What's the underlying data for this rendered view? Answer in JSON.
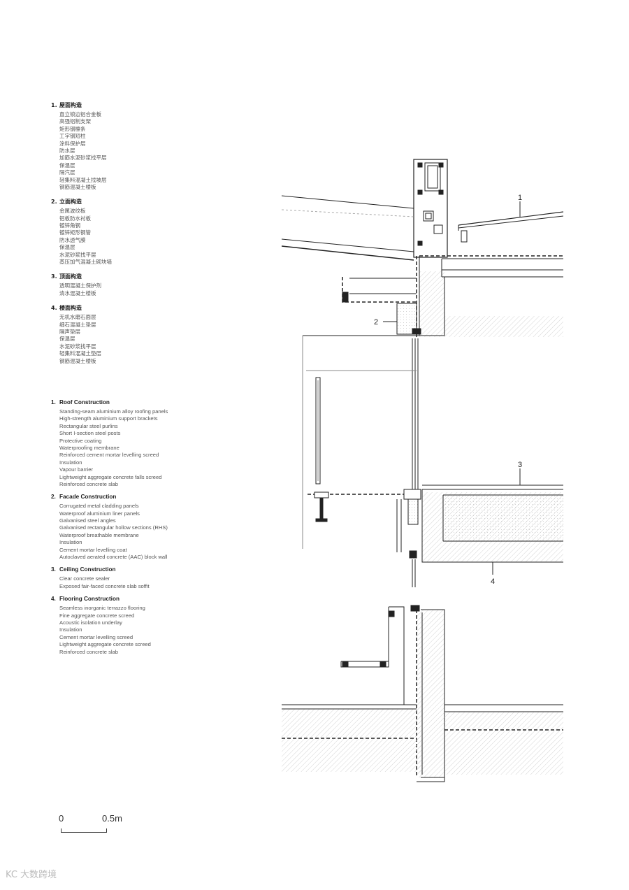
{
  "legend_cn": [
    {
      "num": "1.",
      "title": "屋面构造",
      "items": [
        "直立锁边铝合金板",
        "高强铝制支架",
        "矩形钢檩条",
        "工字钢短柱",
        "涂料保护层",
        "防水层",
        "加筋水泥砂浆找平层",
        "保温层",
        "隔汽层",
        "轻集料混凝土找坡层",
        "钢筋混凝土楼板"
      ]
    },
    {
      "num": "2.",
      "title": "立面构造",
      "items": [
        "金属波纹板",
        "铝板防水衬板",
        "镀锌角钢",
        "镀锌矩形钢管",
        "防水透气膜",
        "保温层",
        "水泥砂浆找平层",
        "蒸压加气混凝土砌块墙"
      ]
    },
    {
      "num": "3.",
      "title": "顶面构造",
      "items": [
        "透明混凝土保护剂",
        "清水混凝土楼板"
      ]
    },
    {
      "num": "4.",
      "title": "楼面构造",
      "items": [
        "无机水磨石面层",
        "细石混凝土垫层",
        "隔声垫层",
        "保温层",
        "水泥砂浆找平层",
        "轻集料混凝土垫层",
        "钢筋混凝土楼板"
      ]
    }
  ],
  "legend_en": [
    {
      "num": "1.",
      "title": "Roof Construction",
      "items": [
        "Standing-seam aluminium alloy roofing panels",
        "High-strength aluminium support brackets",
        "Rectangular steel purlins",
        "Short I-section steel posts",
        "Protective coating",
        "Waterproofing membrane",
        "Reinforced cement mortar levelling screed",
        "Insulation",
        "Vapour barrier",
        "Lightweight aggregate concrete falls screed",
        "Reinforced concrete slab"
      ]
    },
    {
      "num": "2.",
      "title": "Facade Construction",
      "items": [
        "Corrugated metal cladding panels",
        "Waterproof aluminium liner panels",
        "Galvanised steel angles",
        "Galvanised rectangular hollow sections (RHS)",
        "Waterproof breathable membrane",
        "Insulation",
        "Cement mortar levelling coat",
        "Autoclaved aerated concrete (AAC) block wall"
      ]
    },
    {
      "num": "3.",
      "title": "Ceiling Construction",
      "items": [
        "Clear concrete sealer",
        "Exposed fair-faced concrete slab soffit"
      ]
    },
    {
      "num": "4.",
      "title": "Flooring Construction",
      "items": [
        "Seamless inorganic terrazzo flooring",
        "Fine aggregate concrete screed",
        "Acoustic isolation underlay",
        "Insulation",
        "Cement mortar levelling screed",
        "Lightweight aggregate concrete screed",
        "Reinforced concrete slab"
      ]
    }
  ],
  "callouts": {
    "c1": "1",
    "c2": "2",
    "c3": "3",
    "c4": "4"
  },
  "scale_bar": {
    "zero": "0",
    "length": "0.5m"
  },
  "watermark": "KC 大数跨境"
}
